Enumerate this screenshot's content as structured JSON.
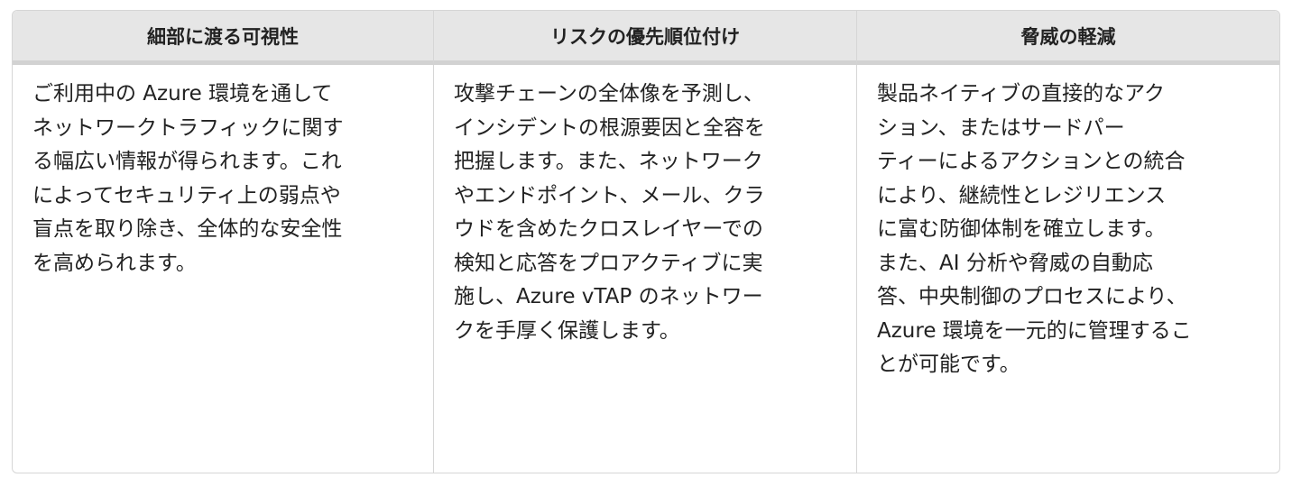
{
  "headers": [
    "細部に渡る可視性",
    "リスクの優先順位付け",
    "脅威の軽減"
  ],
  "cells": [
    [
      "ご利用中の Azure 環境を通して",
      "ネットワークトラフィックに関す",
      "る幅広い情報が得られます。これ",
      "によってセキュリティ上の弱点や",
      "盲点を取り除き、全体的な安全性",
      "を高められます。"
    ],
    [
      "攻撃チェーンの全体像を予測し、",
      "インシデントの根源要因と全容を",
      "把握します。また、ネットワーク",
      "やエンドポイント、メール、クラ",
      "ウドを含めたクロスレイヤーでの",
      "検知と応答をプロアクティブに実",
      "施し、Azure vTAP のネットワー",
      "クを手厚く保護します。"
    ],
    [
      "製品ネイティブの直接的なアク",
      "ション、またはサードパー",
      "ティーによるアクションとの統合",
      "により、継続性とレジリエンス",
      "に富む防御体制を確立します。",
      "また、AI 分析や脅威の自動応",
      "答、中央制御のプロセスにより、",
      "Azure 環境を一元的に管理するこ",
      "とが可能です。"
    ]
  ]
}
